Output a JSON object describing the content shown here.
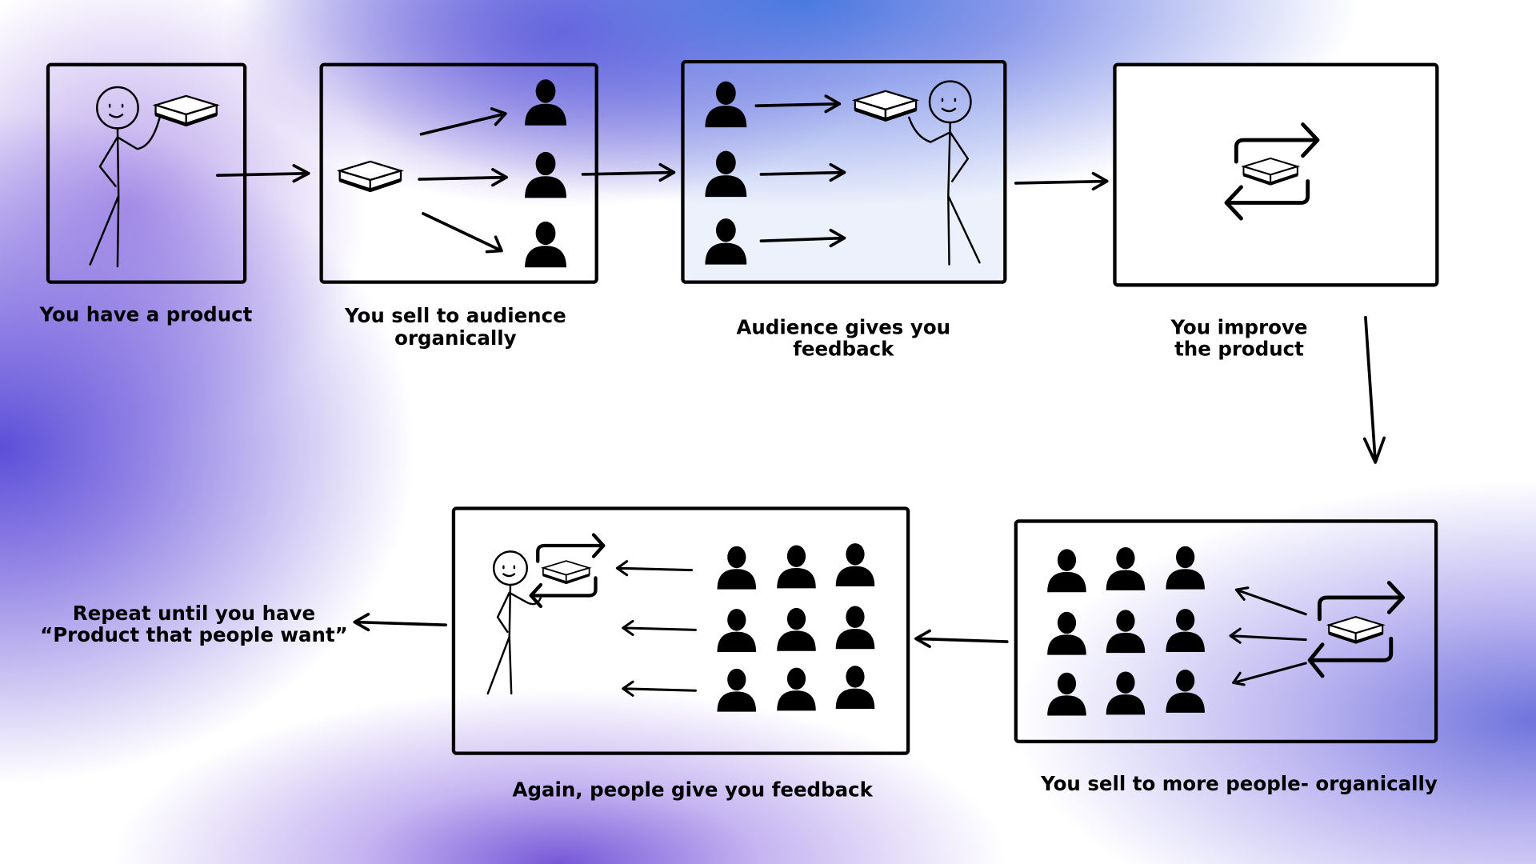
{
  "steps": [
    {
      "label_lines": [
        "You have a product"
      ]
    },
    {
      "label_lines": [
        "You sell to audience",
        "organically"
      ]
    },
    {
      "label_lines": [
        "Audience gives you",
        "feedback"
      ]
    },
    {
      "label_lines": [
        "You improve",
        "the product"
      ]
    },
    {
      "label_lines": [
        "You sell to more people- organically"
      ]
    },
    {
      "label_lines": [
        "Again, people give you feedback"
      ]
    },
    {
      "label_lines": [
        "Repeat until you have",
        "“Product that people want”"
      ]
    }
  ],
  "colors": {
    "stroke": "#000000",
    "bg_purple": "#5b4fd8",
    "bg_blue": "#4a7ae0"
  }
}
